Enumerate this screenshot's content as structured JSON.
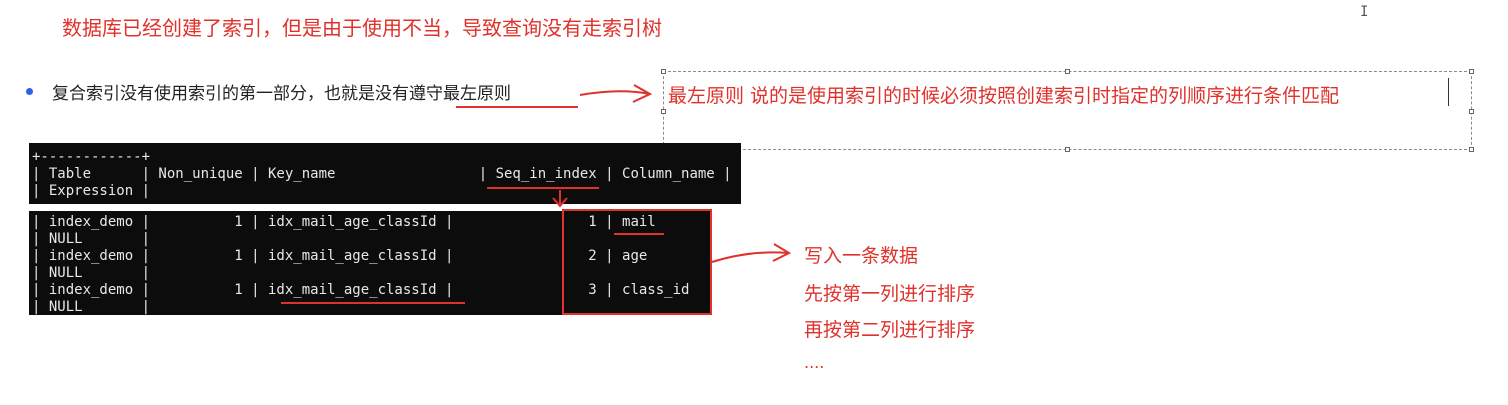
{
  "heading": "数据库已经创建了索引，但是由于使用不当，导致查询没有走索引树",
  "bullet": {
    "text_before": "复合索引没有使用索引的第一部分，也就是没有",
    "text_underlined": "遵守最左原则"
  },
  "textbox": {
    "text": "最左原则 说的是使用索引的时候必须按照创建索引时指定的列顺序进行条件匹配"
  },
  "cursor_glyph": "I",
  "terminal_header": {
    "lines": [
      "+------------+",
      "| Table      | Non_unique | Key_name                 | Seq_in_index | Column_name |",
      "| Expression |"
    ]
  },
  "terminal_rows": {
    "lines": [
      "| index_demo |          1 | idx_mail_age_classId |                1 | mail",
      "| NULL       |",
      "| index_demo |          1 | idx_mail_age_classId |                2 | age",
      "| NULL       |",
      "| index_demo |          1 | idx_mail_age_classId |                3 | class_id",
      "| NULL       |"
    ]
  },
  "notes": [
    "写入一条数据",
    "先按第一列进行排序",
    "再按第二列进行排序",
    "...."
  ],
  "colors": {
    "accent_red": "#e0312b",
    "bullet_blue": "#2f5fe8",
    "terminal_bg": "#0c0c0c"
  }
}
